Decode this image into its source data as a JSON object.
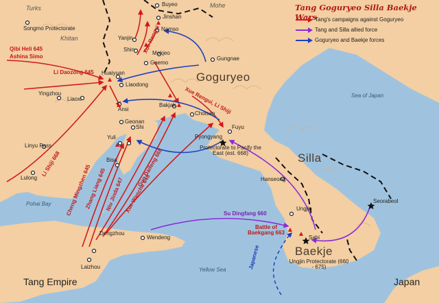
{
  "legend": {
    "title": "Tang Goguryeo Silla Baekje Wars",
    "items": [
      {
        "label": "Tang's campaigns against Goguryeo",
        "color": "#d11a1a"
      },
      {
        "label": "Tang and Silla allied force",
        "color": "#8a2bd6"
      },
      {
        "label": "Goguryeo and Baekje forces",
        "color": "#1f3fbf"
      }
    ]
  },
  "regions": {
    "turks": "Turks",
    "mohe": "Mohe",
    "khitan": "Khitan",
    "goguryeo": "Goguryeo",
    "silla": "Silla",
    "baekje": "Baekje",
    "tang_empire": "Tang Empire",
    "japan": "Japan"
  },
  "seas": {
    "sea_of_japan": "Sea of Japan",
    "yellow_sea": "Yellow Sea",
    "pohai_bay": "Pohai Bay"
  },
  "cities": {
    "buyeo": "Buyeo",
    "jinshan": "Jinshan",
    "songmo": "Songmo Protectorate",
    "namso": "Namso",
    "yanjin": "Yanjin",
    "shin": "Shin",
    "mokjeo": "Mokjeo",
    "gaemo": "Gaemo",
    "gungnae": "Gungnae",
    "huaiyuan": "Huaiyuan",
    "yingzhou": "Yingzhou",
    "liaoxi": "Liaoxi",
    "liaodong": "Liaodong",
    "ansi": "Ansi",
    "bakjak": "Bakjak",
    "cholsan": "Cholsan",
    "geonan": "Geonan",
    "shi": "Shi",
    "yuli": "Yuli",
    "linyu": "Linyu Pass",
    "bisa": "Bisa",
    "lulong": "Lulong",
    "fuyu": "Fuyu",
    "pyongyang": "Pyongyang",
    "hanseong": "Hanseong",
    "ungjin": "Ungjin",
    "seorabeol": "Seorabeol",
    "sabi": "Sabi",
    "dengzhou": "Dengzhou",
    "wendeng": "Wendeng",
    "laizhou": "Laizhou"
  },
  "annotations": {
    "protectorate_east": "Protectorate to Pacify the East (est. 668)",
    "ungjin_protectorate": "Ungjin Protectorate (660 - 675)",
    "battle_baekgang": "Battle of Baekgang 663",
    "japanese": "Japanese"
  },
  "commanders": {
    "qibi": "Qibi Heli 645",
    "ashina": "Ashina Simo",
    "li_daozong": "Li Daozong 645",
    "xue_rengui_upper": "Xue Rengui",
    "xue_rengui_li_shiji": "Xue Rengui, Li Shiji",
    "li_shiji_668": "Li Shiji 668",
    "cheng_mingzhen": "Cheng Mingzhen 645",
    "zhang_liang": "Zhang Liang 645",
    "niu_jinda": "Niu Jinda 647",
    "xue_wanche": "Xue Wanche 648",
    "guo_daifeng": "Guo Daifeng 668",
    "su_dingfang": "Su Dingfang 660"
  }
}
